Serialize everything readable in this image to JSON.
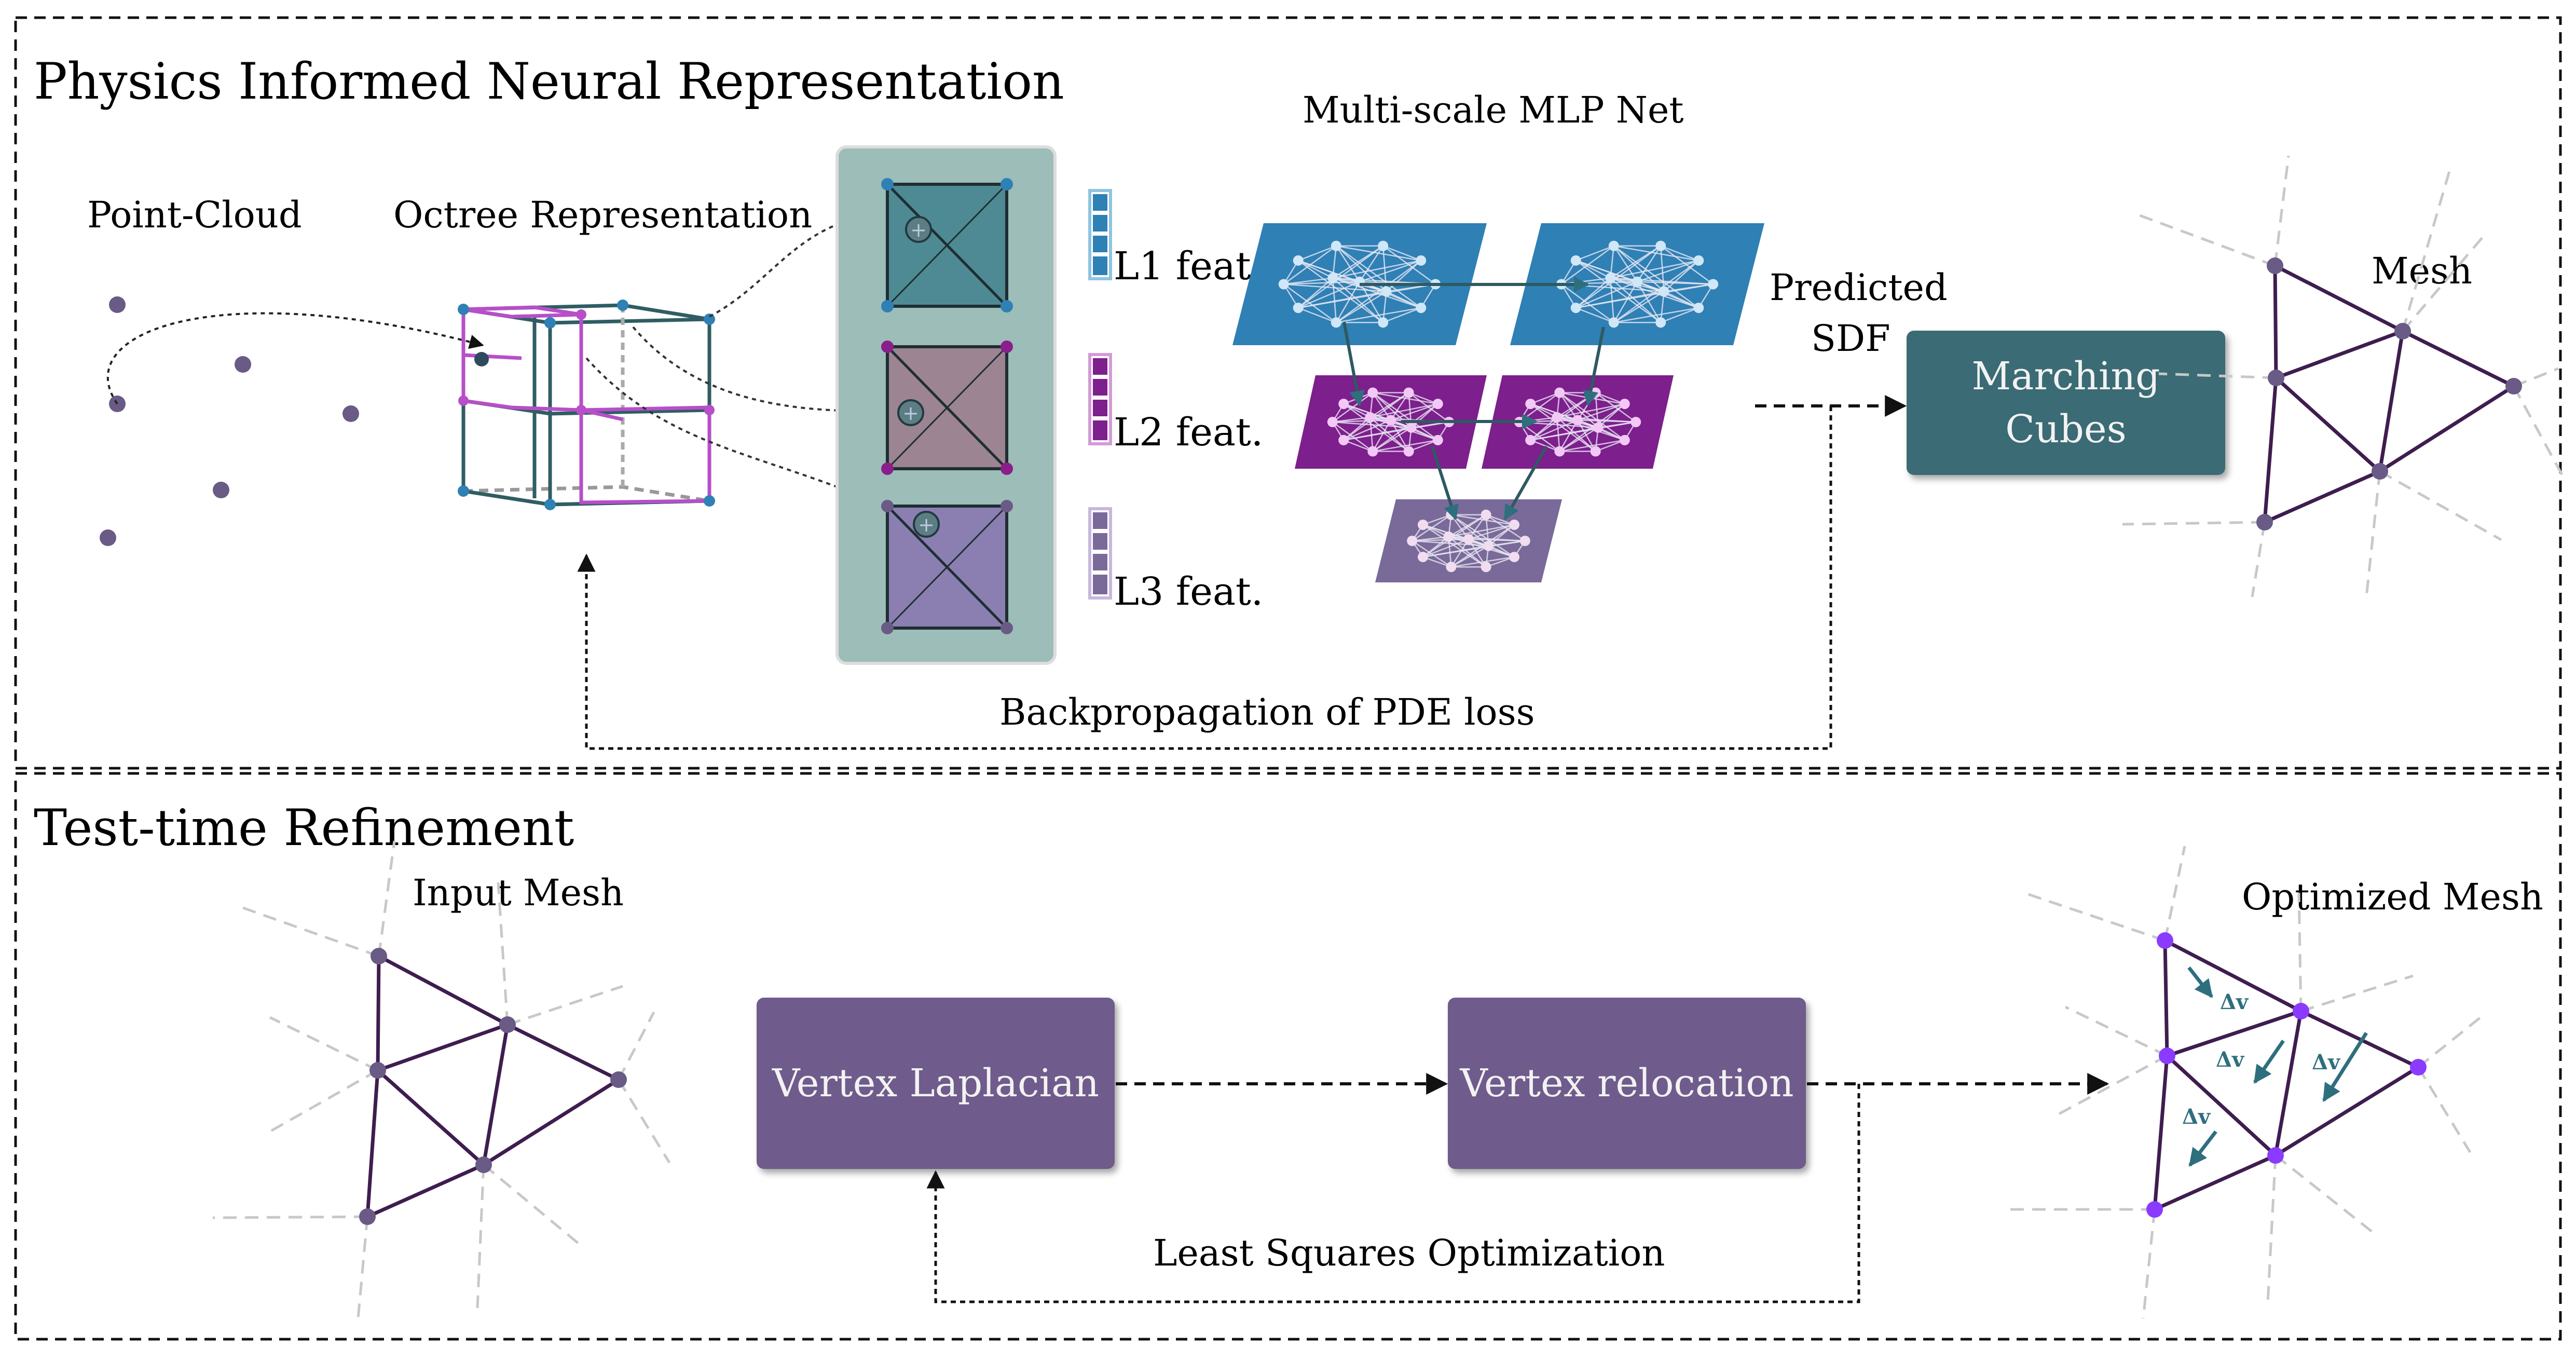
{
  "top_panel": {
    "title": "Physics Informed Neural Representation",
    "point_cloud_label": "Point-Cloud",
    "octree_label": "Octree Representation",
    "mlp_label": "Multi-scale MLP Net",
    "feature_labels": [
      "L1 feat.",
      "L2 feat.",
      "L3 feat."
    ],
    "predicted_line1": "Predicted",
    "predicted_line2": "SDF",
    "marching_line1": "Marching",
    "marching_line2": "Cubes",
    "mesh_label": "Mesh",
    "backprop_label": "Backpropagation of PDE loss"
  },
  "bottom_panel": {
    "title": "Test-time Refinement",
    "input_mesh_label": "Input Mesh",
    "laplacian_label": "Vertex Laplacian",
    "relocation_label": "Vertex relocation",
    "optimized_mesh_label": "Optimized Mesh",
    "least_squares_label": "Least Squares Optimization",
    "delta_label": "Δv"
  },
  "colors": {
    "level1": "#2f80b5",
    "level2": "#7d1f8c",
    "level3": "#7a6a9a",
    "teal_box": "#3b6b74",
    "purple_box": "#6f5b8c",
    "vertex": "#6a5a86",
    "highlight_vertex": "#8a3bff",
    "mesh_edge": "#3f1d4f",
    "arrow_teal": "#2e6f7e"
  }
}
